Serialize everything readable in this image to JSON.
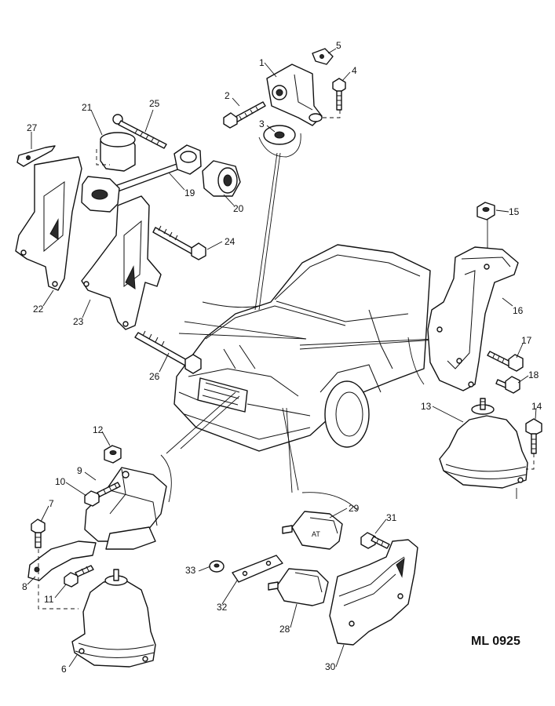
{
  "diagram": {
    "title": "Engine and gearbox mountings - exploded view",
    "reference_code": "ML 0925",
    "part_numbers": [
      "1",
      "2",
      "3",
      "4",
      "5",
      "6",
      "7",
      "8",
      "9",
      "10",
      "11",
      "12",
      "13",
      "14",
      "15",
      "16",
      "17",
      "18",
      "19",
      "20",
      "21",
      "22",
      "23",
      "24",
      "25",
      "26",
      "27",
      "28",
      "29",
      "30",
      "31",
      "32",
      "33"
    ]
  }
}
